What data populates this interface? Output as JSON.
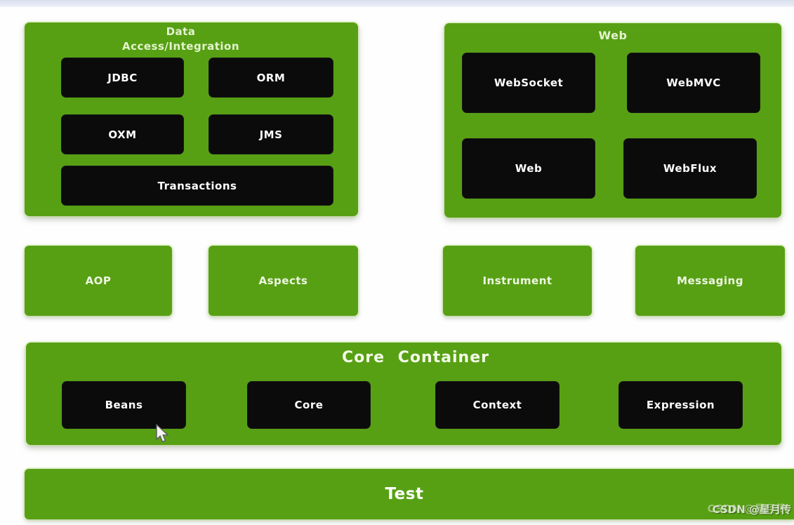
{
  "diagram": {
    "data_access": {
      "title_line1": "Data",
      "title_line2": "Access/Integration",
      "modules": [
        "JDBC",
        "ORM",
        "OXM",
        "JMS",
        "Transactions"
      ]
    },
    "web": {
      "title": "Web",
      "modules": [
        "WebSocket",
        "WebMVC",
        "Web",
        "WebFlux"
      ]
    },
    "standalone_modules": [
      "AOP",
      "Aspects",
      "Instrument",
      "Messaging"
    ],
    "core_container": {
      "title": "Core Container",
      "modules": [
        "Beans",
        "Core",
        "Context",
        "Expression"
      ]
    },
    "test": {
      "title": "Test"
    }
  },
  "watermark": {
    "text": "CSDN @星月传",
    "ghost_text": "CSDN @星月传"
  },
  "colors": {
    "panel_green": "#57a014",
    "module_black": "#0b0b0b",
    "pale_title": "#e4f3cf",
    "label_white": "#fdfdfd"
  }
}
